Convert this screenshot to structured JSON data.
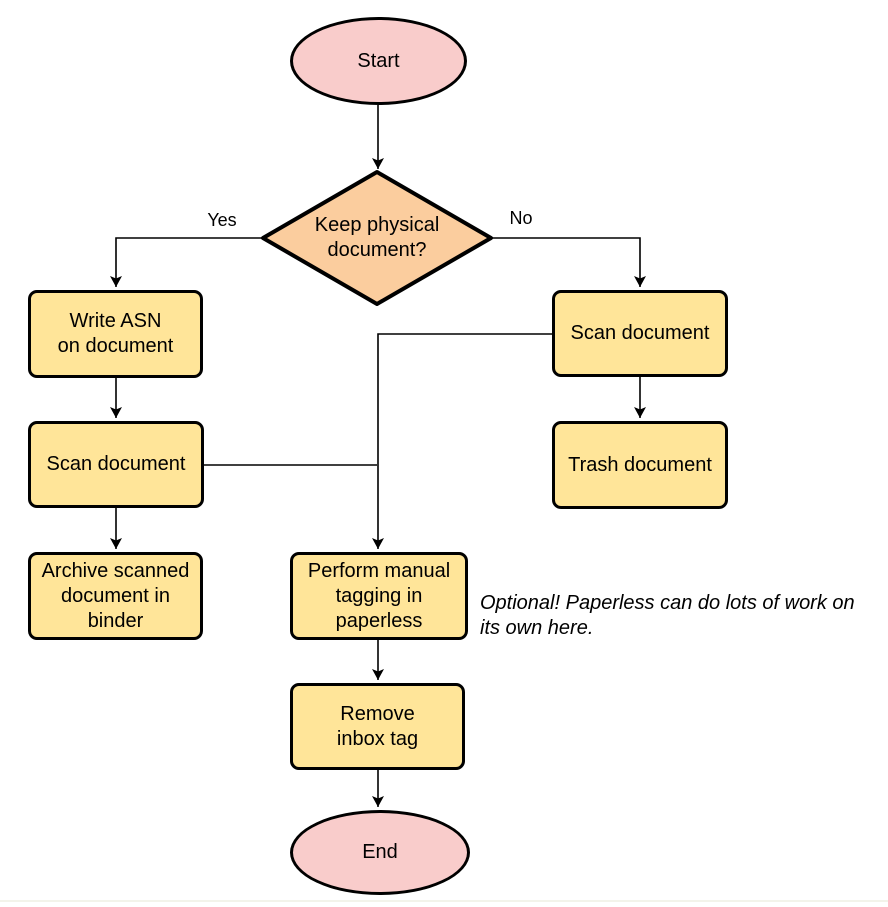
{
  "diagram": {
    "nodes": {
      "start": {
        "label": "Start",
        "type": "terminator"
      },
      "decision": {
        "label": "Keep physical\ndocument?",
        "type": "decision"
      },
      "write_asn": {
        "label": "Write ASN\non document",
        "type": "process"
      },
      "scan_left": {
        "label": "Scan document",
        "type": "process"
      },
      "archive": {
        "label": "Archive scanned\ndocument in\nbinder",
        "type": "process"
      },
      "scan_right": {
        "label": "Scan document",
        "type": "process"
      },
      "trash": {
        "label": "Trash document",
        "type": "process"
      },
      "tagging": {
        "label": "Perform manual\ntagging in\npaperless",
        "type": "process"
      },
      "remove_inbox": {
        "label": "Remove\ninbox tag",
        "type": "process"
      },
      "end": {
        "label": "End",
        "type": "terminator"
      }
    },
    "edge_labels": {
      "yes": "Yes",
      "no": "No"
    },
    "annotation": "Optional! Paperless can do lots of work on\nits own here.",
    "colors": {
      "terminator_fill": "#f9cccb",
      "decision_fill": "#fbcd9e",
      "process_fill": "#ffe599",
      "stroke": "#000000",
      "background": "#ffffff"
    }
  }
}
